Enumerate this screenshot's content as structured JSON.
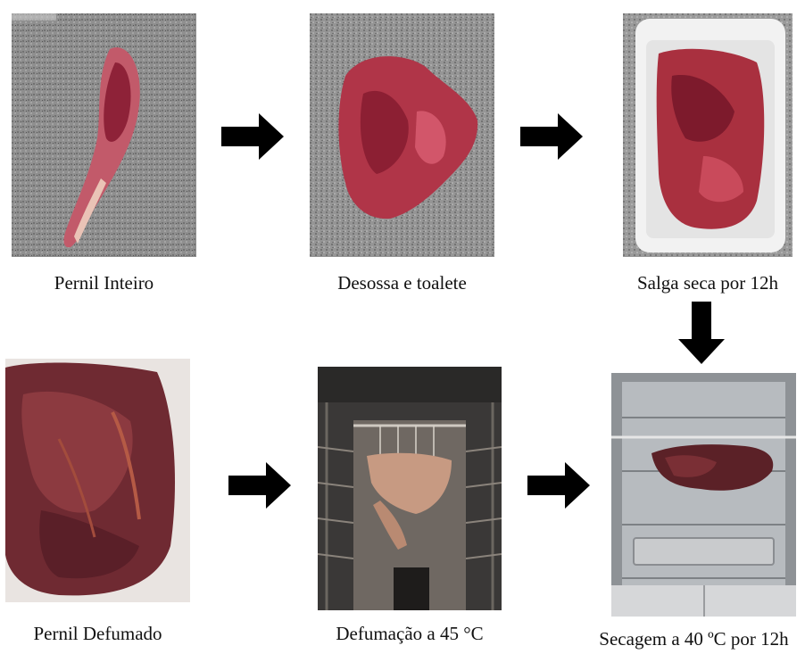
{
  "steps": [
    {
      "id": "pernil-inteiro",
      "caption": "Pernil Inteiro",
      "photo_icon": "whole-ham-photo"
    },
    {
      "id": "desossa",
      "caption": "Desossa e toalete",
      "photo_icon": "deboned-meat-photo"
    },
    {
      "id": "salga",
      "caption": "Salga seca por 12h",
      "photo_icon": "salted-meat-tray-photo"
    },
    {
      "id": "secagem",
      "caption": "Secagem a 40 ºC por 12h",
      "photo_icon": "drying-oven-photo"
    },
    {
      "id": "defumacao",
      "caption": "Defumação a 45 °C",
      "photo_icon": "smokehouse-photo"
    },
    {
      "id": "pernil-defumado",
      "caption": "Pernil Defumado",
      "photo_icon": "smoked-ham-photo"
    }
  ],
  "colors": {
    "arrow": "#000000",
    "meat": "#a8323f",
    "granite": "#8d8d8d",
    "steel": "#b9bcc0"
  }
}
